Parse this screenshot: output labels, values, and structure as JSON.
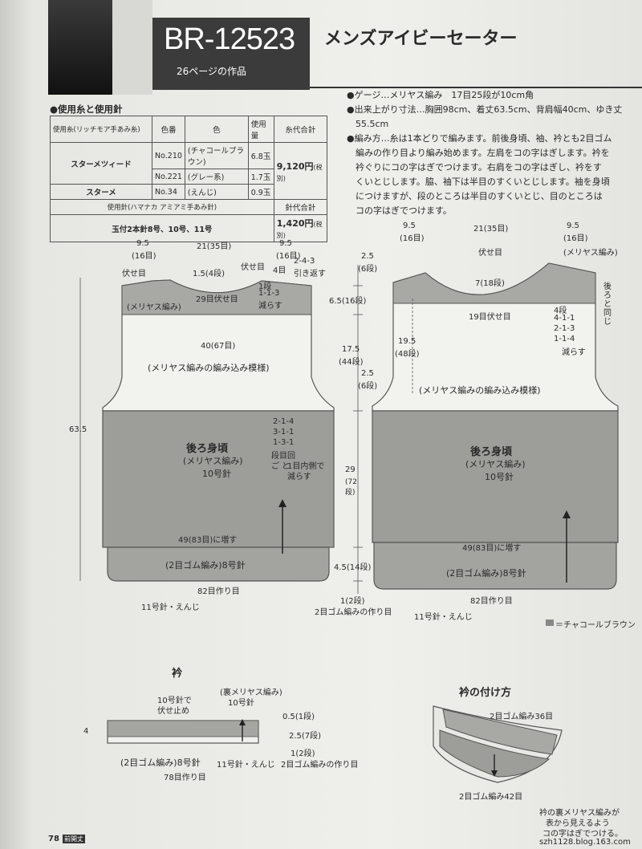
{
  "header": {
    "code": "BR-12523",
    "sub": "26ページの作品",
    "title": "メンズアイビーセーター"
  },
  "yarn": {
    "heading": "●使用糸と使用針",
    "col_headers": [
      "使用糸(リッチモア手あみ糸)",
      "色番",
      "色",
      "使用量",
      "糸代合計"
    ],
    "rows": [
      {
        "name": "スターメツィード",
        "no": "No.210",
        "color": "(チャコールブラウン)",
        "amount": "6.8玉"
      },
      {
        "name": "",
        "no": "No.221",
        "color": "(グレー系)",
        "amount": "1.7玉"
      },
      {
        "name": "スターメ",
        "no": "No.34",
        "color": "(えんじ)",
        "amount": "0.9玉"
      }
    ],
    "yarn_total": "9,120円",
    "yarn_total_tax": "(税別)",
    "needle_header": "使用針(ハマナカ アミアミ手あみ針)",
    "needle_total_header": "針代合計",
    "needles": "玉付2本針8号、10号、11号",
    "needle_total": "1,420円",
    "needle_total_tax": "(税別)"
  },
  "specs": {
    "lines": [
      "●ゲージ…メリヤス編み　17目25段が10cm角",
      "●出来上がり寸法…胸囲98cm、着丈63.5cm、背肩幅40cm、ゆき丈",
      "　55.5cm",
      "●編み方…糸は1本どりで編みます。前後身頃、袖、衿とも2目ゴム",
      "　編みの作り目より編み始めます。左肩をコの字はぎします。衿を",
      "　衿ぐりにコの字はぎでつけます。右肩をコの字はぎし、衿をす",
      "　くいとじします。脇、袖下は半目のすくいとじします。袖を身頃",
      "　につけますが、段のところは半目のすくいとじ、目のところは",
      "　コの字はぎでつけます。"
    ]
  },
  "back": {
    "top_left": "9.5",
    "top_left_m": "(16目)",
    "top_mid": "21(35目)",
    "top_right": "9.5",
    "top_right_m": "(16目)",
    "fuse_l": "伏せ目",
    "fuse_r": "伏せ目",
    "n15": "1.5(4段)",
    "n4": "4目",
    "hikikaesu": "2-4-3",
    "hikikaesu2": "引き返す",
    "fuse29": "29目伏せ目",
    "dec": [
      "1段",
      "1-1-3",
      "減らす"
    ],
    "stockinette_top": "(メリヤス編み)",
    "w40": "40(67目)",
    "pattern": "(メリヤス編みの編み込み模様)",
    "h63": "63.5",
    "sidedec": [
      "2-1-4",
      "3-1-1",
      "1-3-1",
      "段目回",
      "ご と",
      "1目内側で",
      "減らす"
    ],
    "name": "後ろ身頃",
    "stitch": "(メリヤス編み)",
    "needle": "10号針",
    "inc": "49(83目)に増す",
    "rib": "(2目ゴム編み)8号針",
    "cast": "82目作り目",
    "cast_needle": "11号針・えんじ"
  },
  "mid": {
    "d25": "2.5",
    "d25b": "(6段)",
    "d65": "6.5(16段)",
    "d175": "17.5",
    "d175b": "(44段)",
    "d25c": "2.5",
    "d25d": "(6段)",
    "d29": "29",
    "d29b": "(72段)",
    "d45": "4.5(14段)",
    "d1": "1(2段)",
    "d1b": "2目ゴム編みの作り目"
  },
  "front": {
    "top_left": "9.5",
    "top_left_m": "(16目)",
    "top_mid": "21(35目)",
    "top_right": "9.5",
    "top_right_m": "(16目)",
    "fuse": "伏せ目",
    "stockinette": "(メリヤス編み)",
    "n7": "7(18段)",
    "same": "後ろと同じ",
    "fuse19": "19目伏せ目",
    "dec": [
      "4段",
      "4-1-1",
      "2-1-3",
      "1-1-4",
      "減らす"
    ],
    "h195": "19.5",
    "h195b": "(48段)",
    "pattern": "(メリヤス編みの編み込み模様)",
    "name": "後ろ身頃",
    "stitch": "(メリヤス編み)",
    "needle": "10号針",
    "inc": "49(83目)に増す",
    "rib": "(2目ゴム編み)8号針",
    "cast": "82目作り目",
    "cast_needle": "11号針・えんじ",
    "legend": "＝チャコールブラウン"
  },
  "collar": {
    "title": "衿",
    "bind": "10号針で",
    "bind2": "伏せ止め",
    "rev": "(裏メリヤス編み)",
    "rev2": "10号針",
    "h4": "4",
    "d05": "0.5(1段)",
    "d25": "2.5(7段)",
    "d1": "1(2段)",
    "d1b": "2目ゴム編みの作り目",
    "rib": "(2目ゴム編み)8号針",
    "needle": "11号針・えんじ",
    "cast": "78目作り目"
  },
  "attach": {
    "title": "衿の付け方",
    "r36": "2目ゴム編み36目",
    "r42": "2目ゴム編み42目",
    "note": [
      "衿の裏メリヤス編みが",
      "表から見えるよう",
      "コの字はぎでつける。"
    ]
  },
  "footer": {
    "page": "78",
    "mark": "前開丈",
    "url": "szh1128.blog.163.com"
  }
}
